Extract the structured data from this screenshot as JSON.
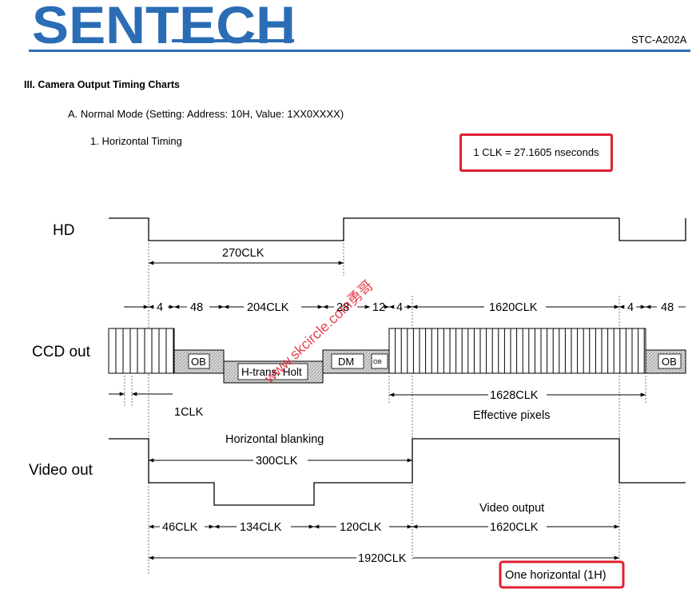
{
  "header": {
    "logo_text": "SENTECH",
    "logo_color": "#2a6db5",
    "doc_id": "STC-A202A"
  },
  "section_title": "III. Camera Output Timing Charts",
  "subsection_title": "A. Normal Mode (Setting: Address: 10H, Value: 1XX0XXXX)",
  "subsubsection_title": "1. Horizontal Timing",
  "clk_note": "1 CLK = 27.1605 nseconds",
  "highlight_color": "#e02030",
  "watermark": "www.skcircle.com勇哥",
  "signals": {
    "hd": "HD",
    "ccd_out": "CCD out",
    "video_out": "Video out"
  },
  "hd_labels": {
    "clk270": "270CLK"
  },
  "ccd_labels": {
    "seg4a": "4",
    "seg48a": "48",
    "seg204": "204CLK",
    "seg28": "28",
    "seg12": "12",
    "seg4b": "4",
    "seg1620": "1620CLK",
    "seg4c": "4",
    "seg48b": "48",
    "ob1": "OB",
    "htrans": "H-trans. Holt",
    "dm": "DM",
    "ob_small": "OB",
    "ob2": "OB",
    "clk1": "1CLK",
    "clk1628": "1628CLK",
    "effective": "Effective pixels"
  },
  "video_labels": {
    "blanking": "Horizontal blanking",
    "clk300": "300CLK",
    "clk46": "46CLK",
    "clk134": "134CLK",
    "clk120": "120CLK",
    "clk1620": "1620CLK",
    "video_output": "Video output",
    "clk1920": "1920CLK",
    "one_horizontal": "One horizontal (1H)"
  }
}
